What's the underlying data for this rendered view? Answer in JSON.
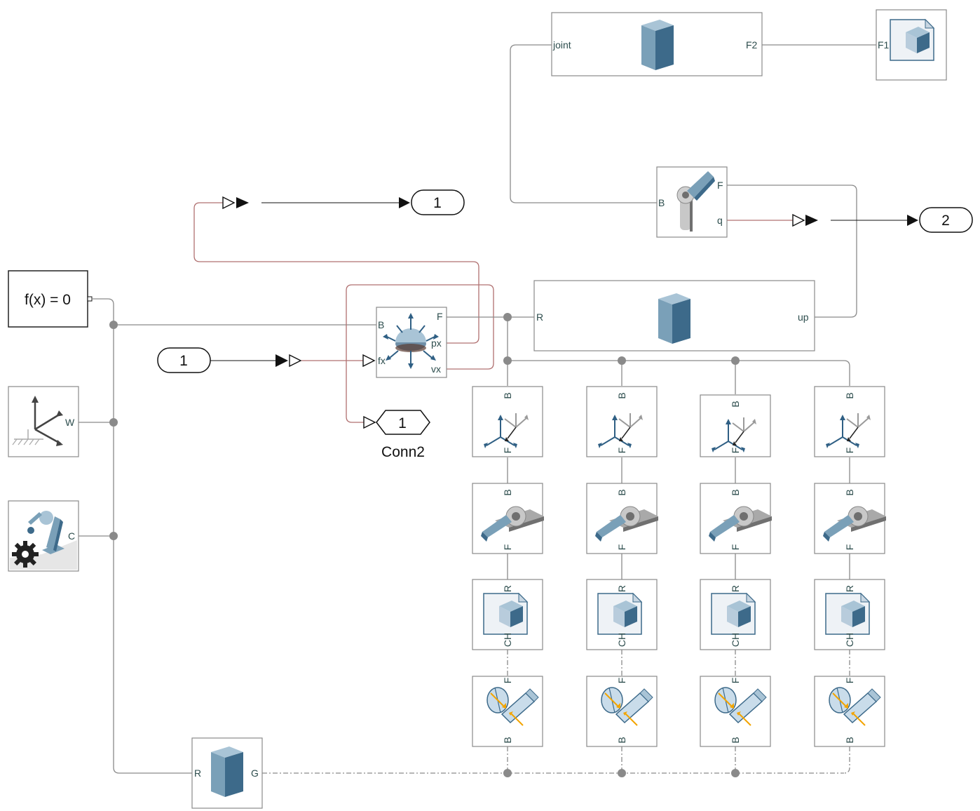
{
  "equation_block": {
    "label": "f(x) = 0"
  },
  "world_frame": {
    "port_w": "W"
  },
  "mech_config": {
    "port_c": "C"
  },
  "ground_body": {
    "port_r": "R",
    "port_g": "G"
  },
  "top_body": {
    "port_joint": "joint",
    "port_f2": "F2"
  },
  "file_solid_top": {
    "port_f1": "F1"
  },
  "revolute_joint": {
    "port_b": "B",
    "port_f": "F",
    "port_q": "q"
  },
  "outport_1": {
    "label": "1"
  },
  "outport_2": {
    "label": "2"
  },
  "inport_1": {
    "label": "1"
  },
  "conn2": {
    "label": "1",
    "caption": "Conn2"
  },
  "prismatic_joint": {
    "port_b": "B",
    "port_f": "F",
    "port_px": "px",
    "port_vx": "vx",
    "port_fx": "fx"
  },
  "main_body": {
    "port_r": "R",
    "port_up": "up"
  },
  "columns": [
    {
      "transform": {
        "b": "B",
        "f": "F"
      },
      "revolute": {
        "b": "B",
        "f": "F"
      },
      "solid": {
        "r": "R",
        "ch": "CH"
      },
      "contact": {
        "f": "F",
        "b": "B"
      }
    },
    {
      "transform": {
        "b": "B",
        "f": "F"
      },
      "revolute": {
        "b": "B",
        "f": "F"
      },
      "solid": {
        "r": "R",
        "ch": "CH"
      },
      "contact": {
        "f": "F",
        "b": "B"
      }
    },
    {
      "transform": {
        "b": "B",
        "f": "F"
      },
      "revolute": {
        "b": "B",
        "f": "F"
      },
      "solid": {
        "r": "R",
        "ch": "CH"
      },
      "contact": {
        "f": "F",
        "b": "B"
      }
    },
    {
      "transform": {
        "b": "B",
        "f": "F"
      },
      "revolute": {
        "b": "B",
        "f": "F"
      },
      "solid": {
        "r": "R",
        "ch": "CH"
      },
      "contact": {
        "f": "F",
        "b": "B"
      }
    }
  ]
}
